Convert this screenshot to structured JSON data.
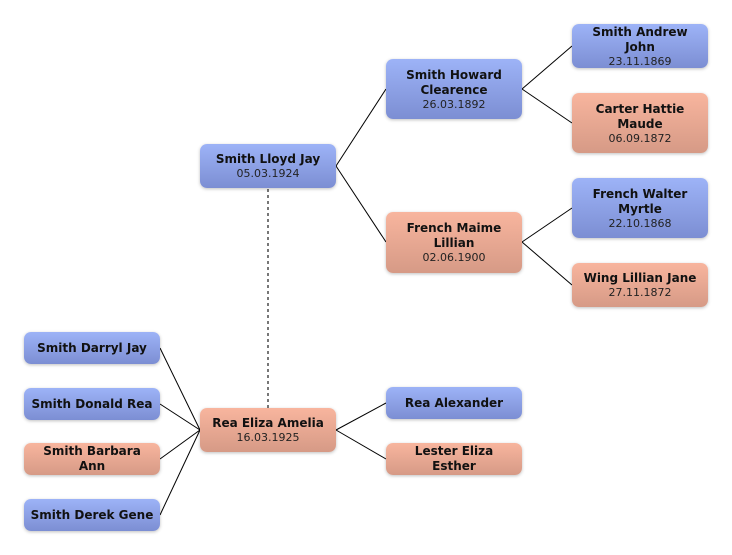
{
  "colors": {
    "male": "#8a9fe6",
    "female": "#e8a690",
    "line": "#000000"
  },
  "people": {
    "lloyd": {
      "name": "Smith Lloyd Jay",
      "date": "05.03.1924"
    },
    "howard": {
      "name": "Smith Howard Clearence",
      "date": "26.03.1892"
    },
    "maime": {
      "name": "French Maime Lillian",
      "date": "02.06.1900"
    },
    "andrew": {
      "name": "Smith Andrew John",
      "date": "23.11.1869"
    },
    "hattie": {
      "name": "Carter Hattie Maude",
      "date": "06.09.1872"
    },
    "walter": {
      "name": "French Walter Myrtle",
      "date": "22.10.1868"
    },
    "lillian": {
      "name": "Wing Lillian Jane",
      "date": "27.11.1872"
    },
    "eliza": {
      "name": "Rea Eliza Amelia",
      "date": "16.03.1925"
    },
    "alexander": {
      "name": "Rea Alexander"
    },
    "esther": {
      "name": "Lester Eliza Esther"
    },
    "darryl": {
      "name": "Smith Darryl Jay"
    },
    "donald": {
      "name": "Smith Donald Rea"
    },
    "barbara": {
      "name": "Smith Barbara Ann"
    },
    "derek": {
      "name": "Smith Derek Gene"
    }
  }
}
